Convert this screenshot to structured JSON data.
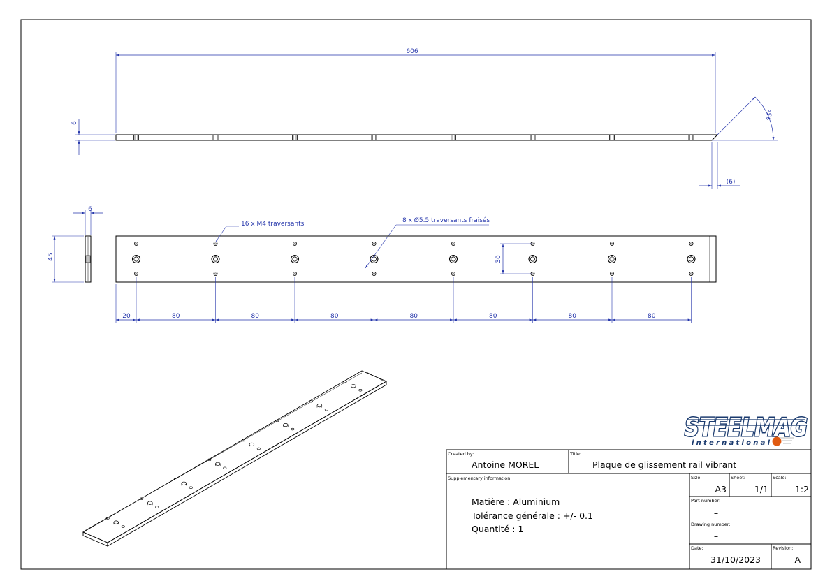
{
  "drawing": {
    "dims": {
      "overall_length": "606",
      "thickness_front": "6",
      "chamfer_angle": "45°",
      "chamfer_ref": "(6)",
      "thickness_side": "6",
      "height_side": "45",
      "m4_note": "16 x M4 traversants",
      "hole_note": "8 x Ø5.5 traversants fraisés",
      "hole_spacing_v": "30",
      "pitch_first": "20",
      "pitch": [
        "80",
        "80",
        "80",
        "80",
        "80",
        "80",
        "80"
      ]
    }
  },
  "logo": {
    "main": "STEELMAG",
    "sub": "international"
  },
  "title_block": {
    "created_by_label": "Created by:",
    "created_by": "Antoine MOREL",
    "title_label": "Title:",
    "title": "Plaque de glissement rail vibrant",
    "supplementary_label": "Supplementary information:",
    "info": [
      "Matière : Aluminium",
      "Tolérance générale : +/- 0.1",
      "Quantité : 1"
    ],
    "size_label": "Size:",
    "size": "A3",
    "sheet_label": "Sheet:",
    "sheet": "1/1",
    "scale_label": "Scale:",
    "scale": "1:2",
    "part_number_label": "Part number:",
    "part_number": "–",
    "drawing_number_label": "Drawing number:",
    "drawing_number": "–",
    "date_label": "Date:",
    "date": "31/10/2023",
    "revision_label": "Revision:",
    "revision": "A"
  }
}
